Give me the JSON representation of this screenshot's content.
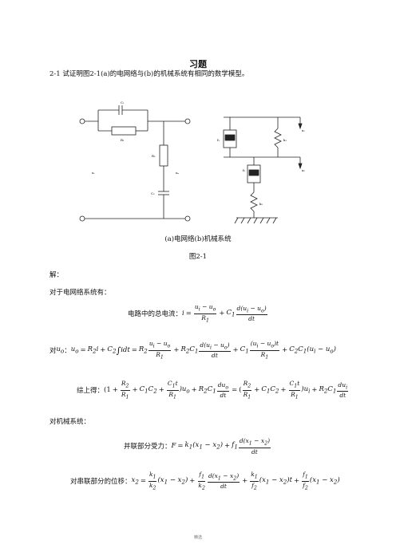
{
  "page": {
    "title": "习题",
    "problem": "2-1  试证明图2-1(a)的电网络与(b)的机械系统有相同的数学模型。",
    "fig_caption": "(a)电网络(b)机械系统",
    "fig_number": "图2-1",
    "solution_label": "解：",
    "electrical_intro": "对于电网络系统有：",
    "current_label": "电路中的总电流：",
    "uo_label": "对",
    "uo_label_sub": "u",
    "combined_label": "综上得：",
    "mechanical_intro": "对机械系统：",
    "parallel_label": "并联部分受力：",
    "series_label": "对串联部分的位移：",
    "footer": "精选"
  },
  "circuit_labels": {
    "C1": "C₁",
    "R1": "R₁",
    "R2": "R₂",
    "C2": "C₂",
    "ui": "uᵢ",
    "uo": "uₒ"
  },
  "mech_labels": {
    "f1": "f₁",
    "k1": "k₁",
    "x1": "x₁",
    "f2": "f₂",
    "k2": "k₂",
    "x2": "x₂"
  }
}
